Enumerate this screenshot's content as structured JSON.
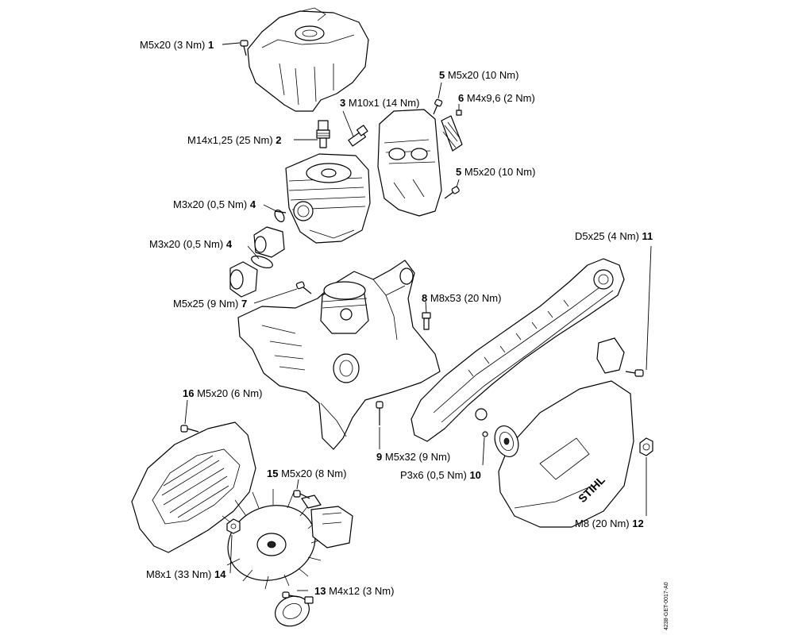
{
  "labels": [
    {
      "num": "1",
      "spec": "M5x20 (3 Nm)"
    },
    {
      "num": "2",
      "spec": "M14x1,25 (25 Nm)"
    },
    {
      "num": "3",
      "spec": "M10x1 (14 Nm)"
    },
    {
      "num": "4",
      "spec": "M3x20 (0,5 Nm)"
    },
    {
      "num": "4",
      "spec": "M3x20 (0,5 Nm)"
    },
    {
      "num": "5",
      "spec": "M5x20 (10 Nm)"
    },
    {
      "num": "5",
      "spec": "M5x20 (10 Nm)"
    },
    {
      "num": "6",
      "spec": "M4x9,6 (2 Nm)"
    },
    {
      "num": "7",
      "spec": "M5x25 (9 Nm)"
    },
    {
      "num": "8",
      "spec": "M8x53 (20 Nm)"
    },
    {
      "num": "9",
      "spec": "M5x32 (9 Nm)"
    },
    {
      "num": "10",
      "spec": "P3x6 (0,5 Nm)"
    },
    {
      "num": "11",
      "spec": "D5x25 (4 Nm)"
    },
    {
      "num": "12",
      "spec": "M8 (20 Nm)"
    },
    {
      "num": "13",
      "spec": "M4x12 (3 Nm)"
    },
    {
      "num": "14",
      "spec": "M8x1 (33 Nm)"
    },
    {
      "num": "15",
      "spec": "M5x20 (8 Nm)"
    },
    {
      "num": "16",
      "spec": "M5x20 (6 Nm)"
    }
  ],
  "brand_logo": "STIHL",
  "doc_id": "4238-GET-0017-A0"
}
